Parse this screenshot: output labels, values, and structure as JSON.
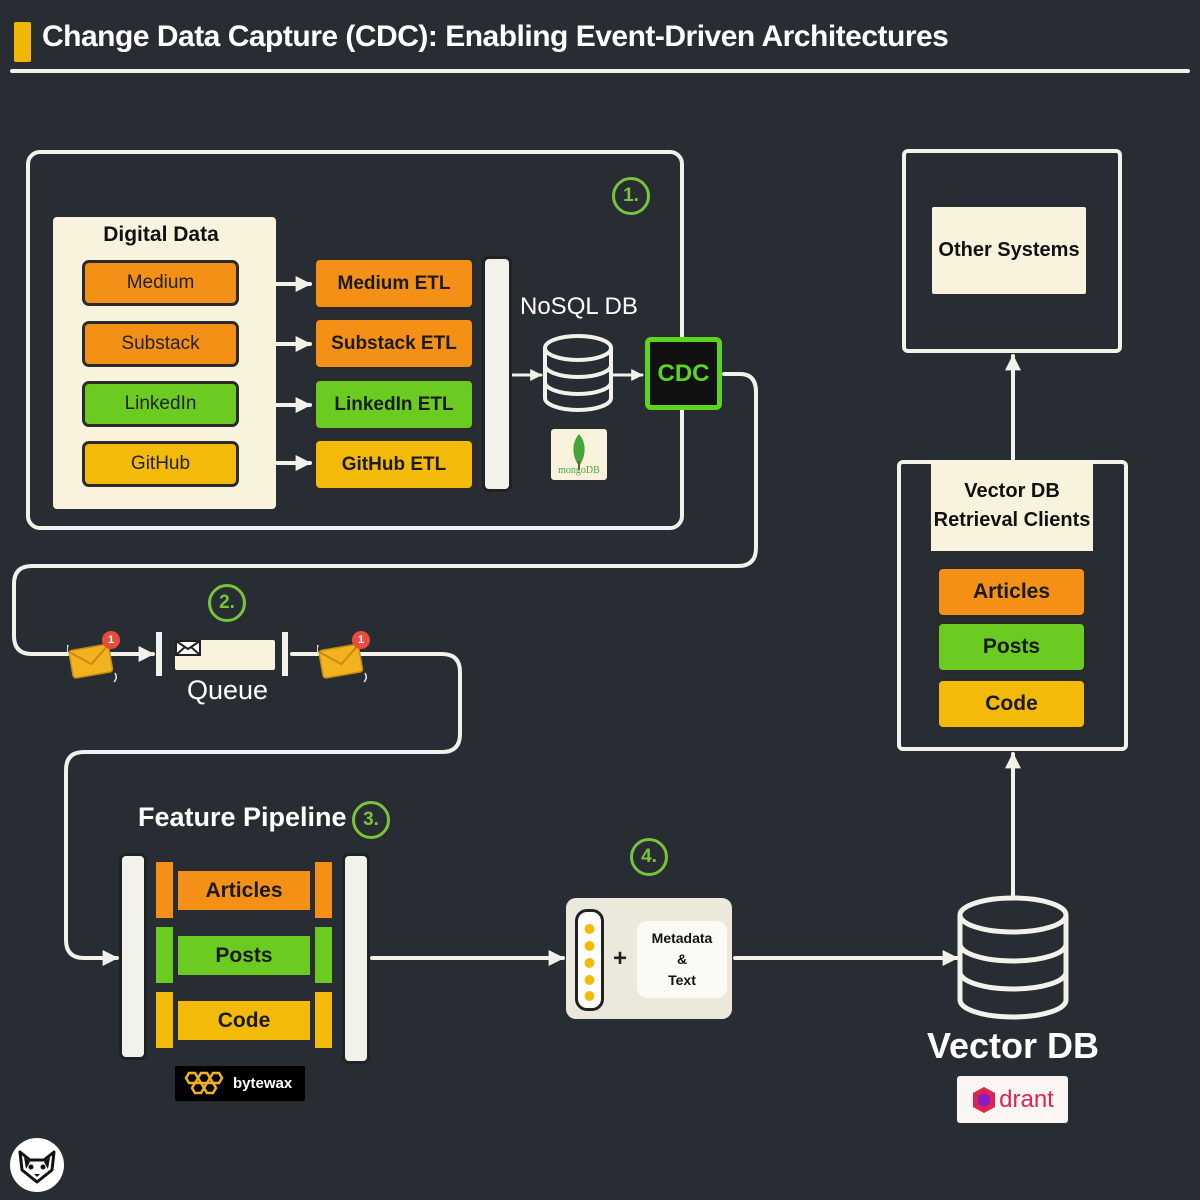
{
  "title": "Change Data Capture (CDC): Enabling Event-Driven Architectures",
  "steps": [
    "1.",
    "2.",
    "3.",
    "4."
  ],
  "digital_data": {
    "heading": "Digital Data",
    "sources": [
      "Medium",
      "Substack",
      "LinkedIn",
      "GitHub"
    ]
  },
  "etls": [
    "Medium ETL",
    "Substack ETL",
    "LinkedIn ETL",
    "GitHub ETL"
  ],
  "nosql": {
    "label": "NoSQL DB",
    "logo": "mongoDB"
  },
  "cdc": "CDC",
  "queue": {
    "label": "Queue",
    "notification_count": "1"
  },
  "feature_pipeline": {
    "label": "Feature Pipeline",
    "items": [
      "Articles",
      "Posts",
      "Code"
    ],
    "logo": "bytewax"
  },
  "embedding": {
    "plus": "+",
    "meta_lines": [
      "Metadata",
      "&",
      "Text"
    ]
  },
  "vector_db": {
    "label": "Vector DB",
    "logo": "drant"
  },
  "retrieval": {
    "heading_lines": [
      "Vector DB",
      "Retrieval Clients"
    ],
    "items": [
      "Articles",
      "Posts",
      "Code"
    ]
  },
  "other_systems": "Other Systems",
  "colors": {
    "orange": "#f39015",
    "green": "#6ccb21",
    "yellow": "#f3ba0a",
    "step": "#78c43a",
    "background": "#282d33"
  }
}
